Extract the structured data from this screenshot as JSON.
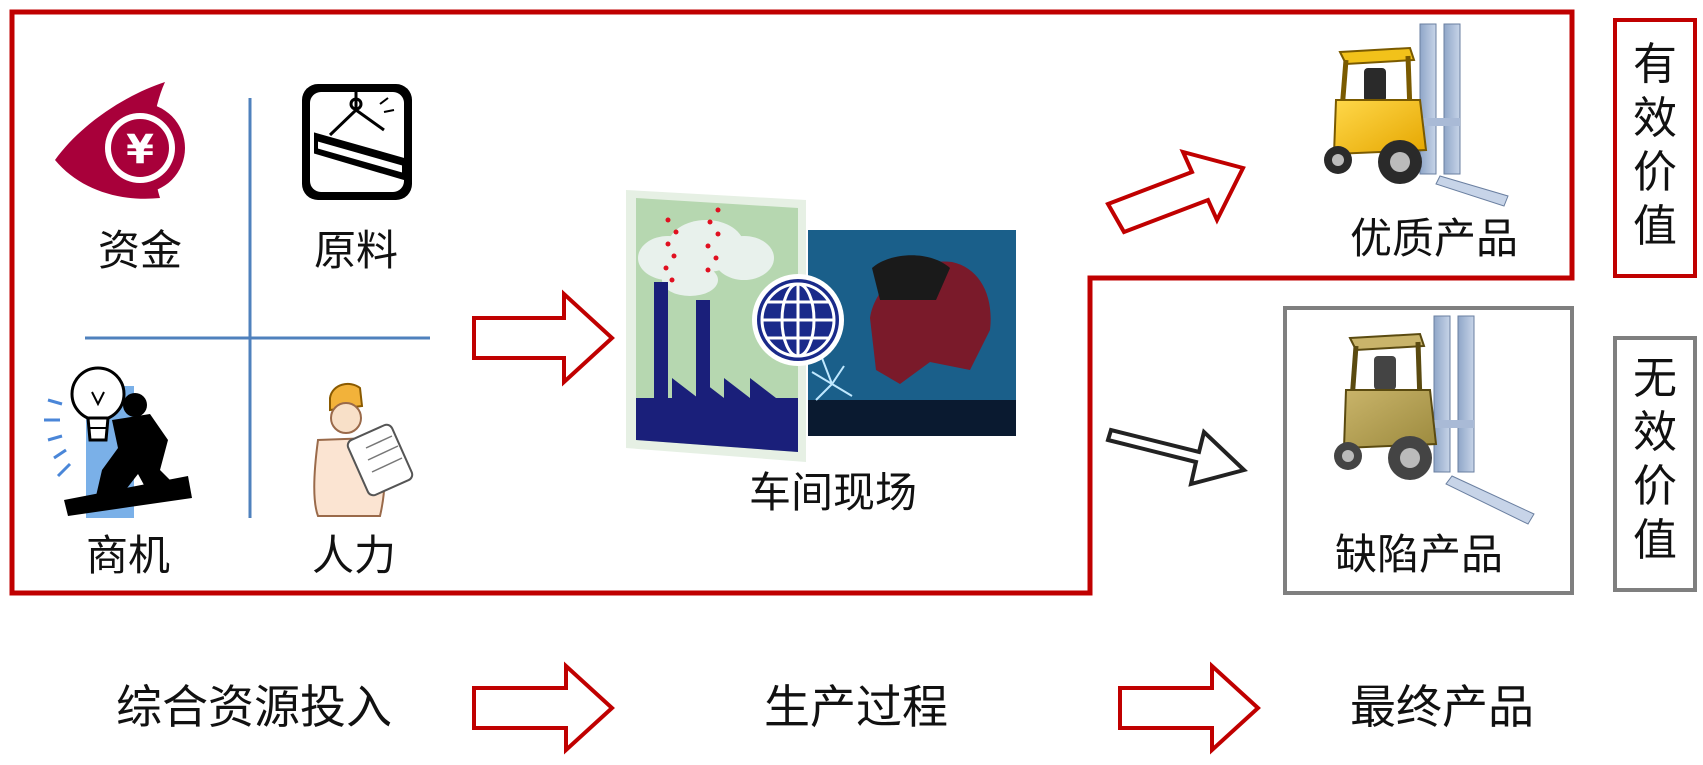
{
  "resources": {
    "funds": "资金",
    "materials": "原料",
    "opportunity": "商机",
    "labor": "人力",
    "currency_symbol": "¥"
  },
  "workshop": {
    "label": "车间现场"
  },
  "outputs": {
    "quality": "优质产品",
    "defective": "缺陷产品"
  },
  "value": {
    "effective": [
      "有",
      "效",
      "价",
      "值"
    ],
    "ineffective": [
      "无",
      "效",
      "价",
      "值"
    ]
  },
  "bottom": {
    "input": "综合资源投入",
    "process": "生产过程",
    "final": "最终产品"
  },
  "colors": {
    "frame_red": "#c00000",
    "frame_gray": "#7f7f7f",
    "divider_blue": "#4f81bd",
    "arrow_dark": "#222222"
  }
}
